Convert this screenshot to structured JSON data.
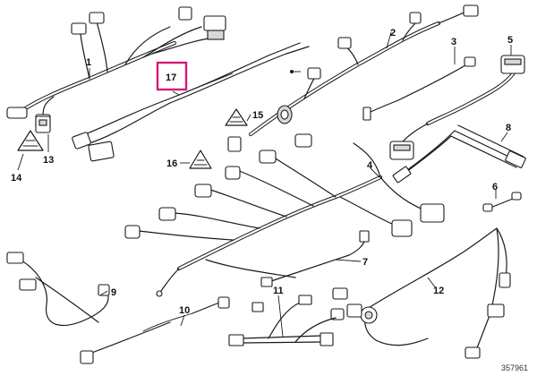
{
  "callouts": {
    "c1": "1",
    "c2": "2",
    "c3": "3",
    "c4": "4",
    "c5": "5",
    "c6": "6",
    "c7": "7",
    "c8": "8",
    "c9": "9",
    "c10": "10",
    "c11": "11",
    "c12": "12",
    "c13": "13",
    "c14": "14",
    "c15": "15",
    "c16": "16",
    "c17": "17"
  },
  "highlight_color": "#d6197a",
  "reference_number": "357961",
  "icons": [
    "warning-triangle-icon",
    "connector-icon",
    "grommet-icon",
    "plug-icon"
  ]
}
